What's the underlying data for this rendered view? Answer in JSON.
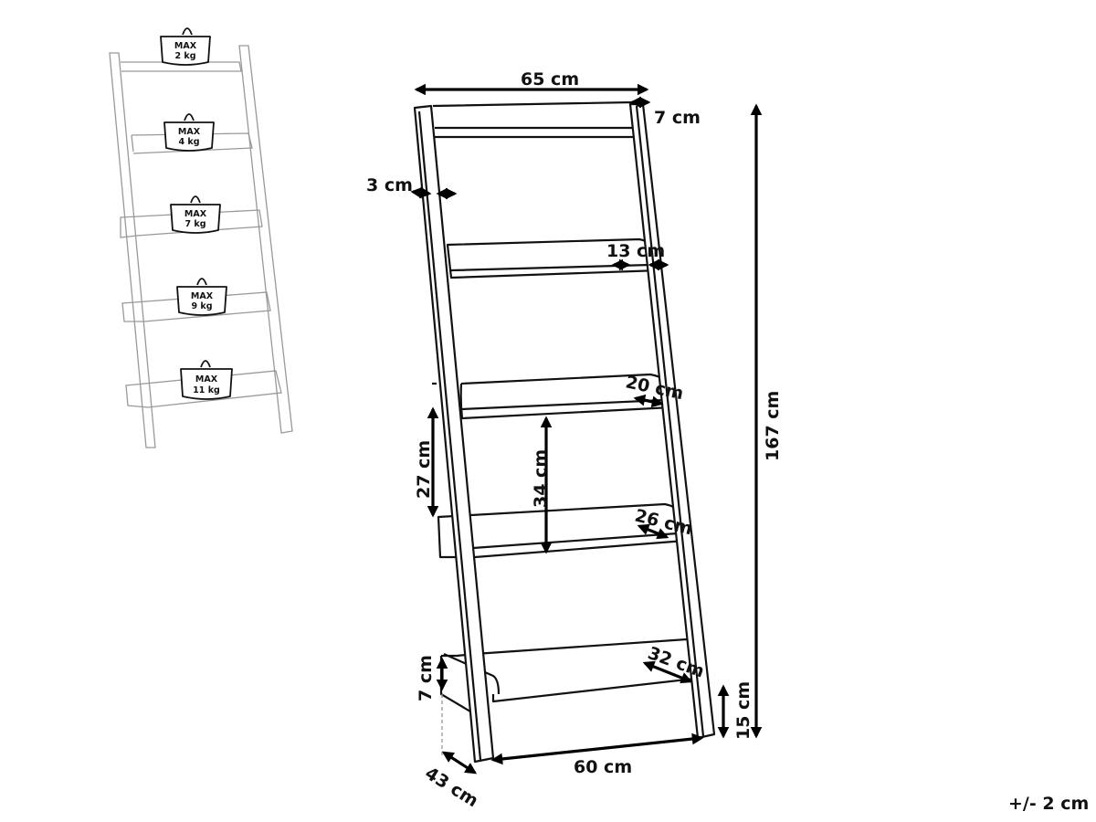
{
  "load_preview": {
    "weights": [
      {
        "line1": "MAX",
        "line2": "2 kg"
      },
      {
        "line1": "MAX",
        "line2": "4 kg"
      },
      {
        "line1": "MAX",
        "line2": "7 kg"
      },
      {
        "line1": "MAX",
        "line2": "9 kg"
      },
      {
        "line1": "MAX",
        "line2": "11 kg"
      }
    ]
  },
  "dimensions": {
    "total_width": "65 cm",
    "top_shelf_depth": "7 cm",
    "rail_thickness": "3 cm",
    "shelf2_depth": "13 cm",
    "shelf3_depth": "20 cm",
    "shelf_spacing": "34 cm",
    "side_gap": "27 cm",
    "shelf4_depth": "26 cm",
    "shelf5_depth": "32 cm",
    "shelf_lip_height": "7 cm",
    "base_width": "60 cm",
    "base_depth": "43 cm",
    "total_height": "167 cm",
    "bottom_clearance": "15 cm"
  },
  "tolerance": "+/- 2 cm"
}
